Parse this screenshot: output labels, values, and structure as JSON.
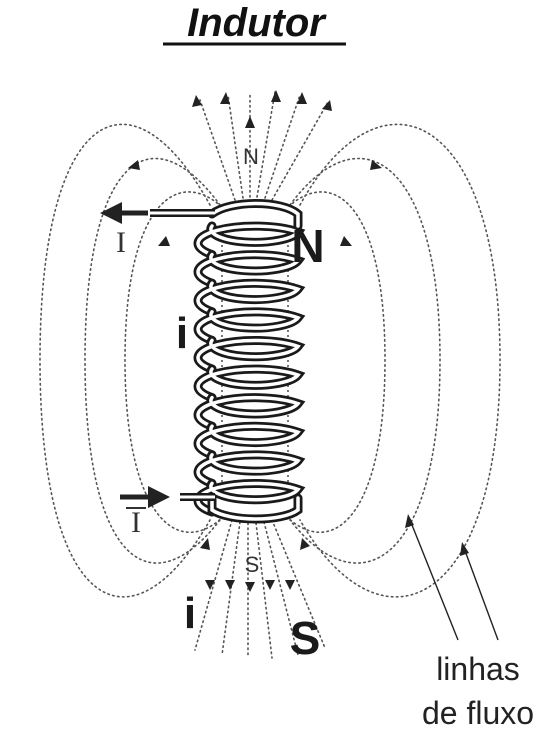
{
  "title": "Indutor",
  "labels": {
    "north_big": "N",
    "north_small": "N",
    "south_big": "S",
    "south_small": "S",
    "current_side": "i",
    "current_bottom": "i",
    "current_top_lead": "I",
    "current_bottom_lead": "I",
    "flux_caption_line1": "linhas",
    "flux_caption_line2": "de fluxo"
  }
}
